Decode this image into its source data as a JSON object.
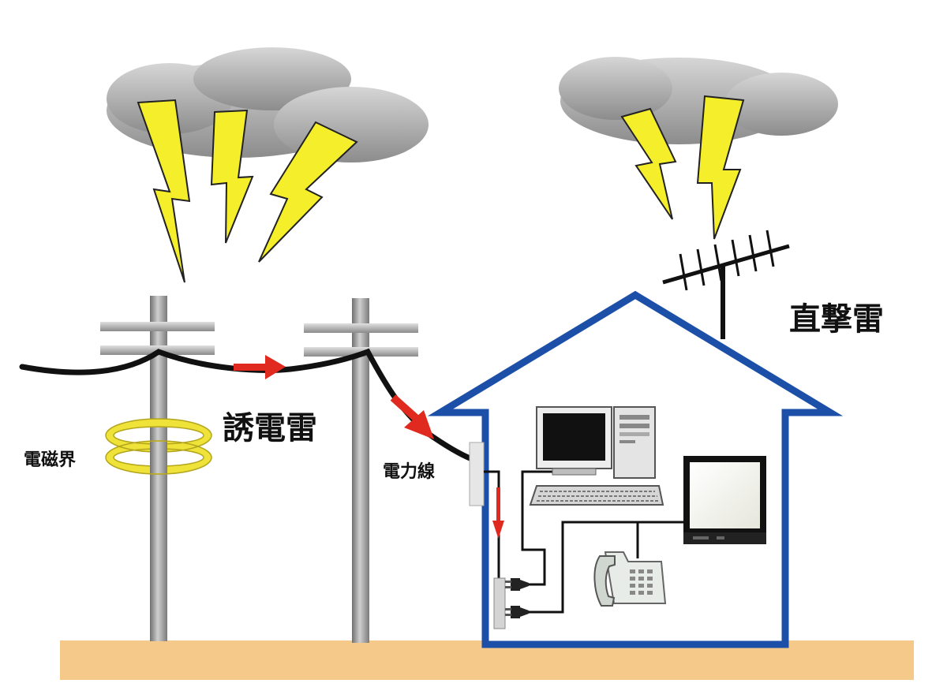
{
  "labels": {
    "direct_lightning": "直撃雷",
    "induced_lightning": "誘電雷",
    "electromagnetic_field": "電磁界",
    "power_line": "電力線"
  },
  "colors": {
    "ground": "#f5c98a",
    "cloud": "#bdbdbd",
    "bolt": "#f5ee2a",
    "house_outline": "#1c4fa8",
    "arrow": "#e02a1f",
    "pole": "#9c9c9c",
    "wire": "#111111",
    "field_rings": "#efe33a"
  },
  "icons": [
    "cloud-icon",
    "lightning-bolt-icon",
    "antenna-icon",
    "computer-icon",
    "telephone-icon",
    "television-icon",
    "power-plug-icon",
    "utility-pole-icon"
  ]
}
